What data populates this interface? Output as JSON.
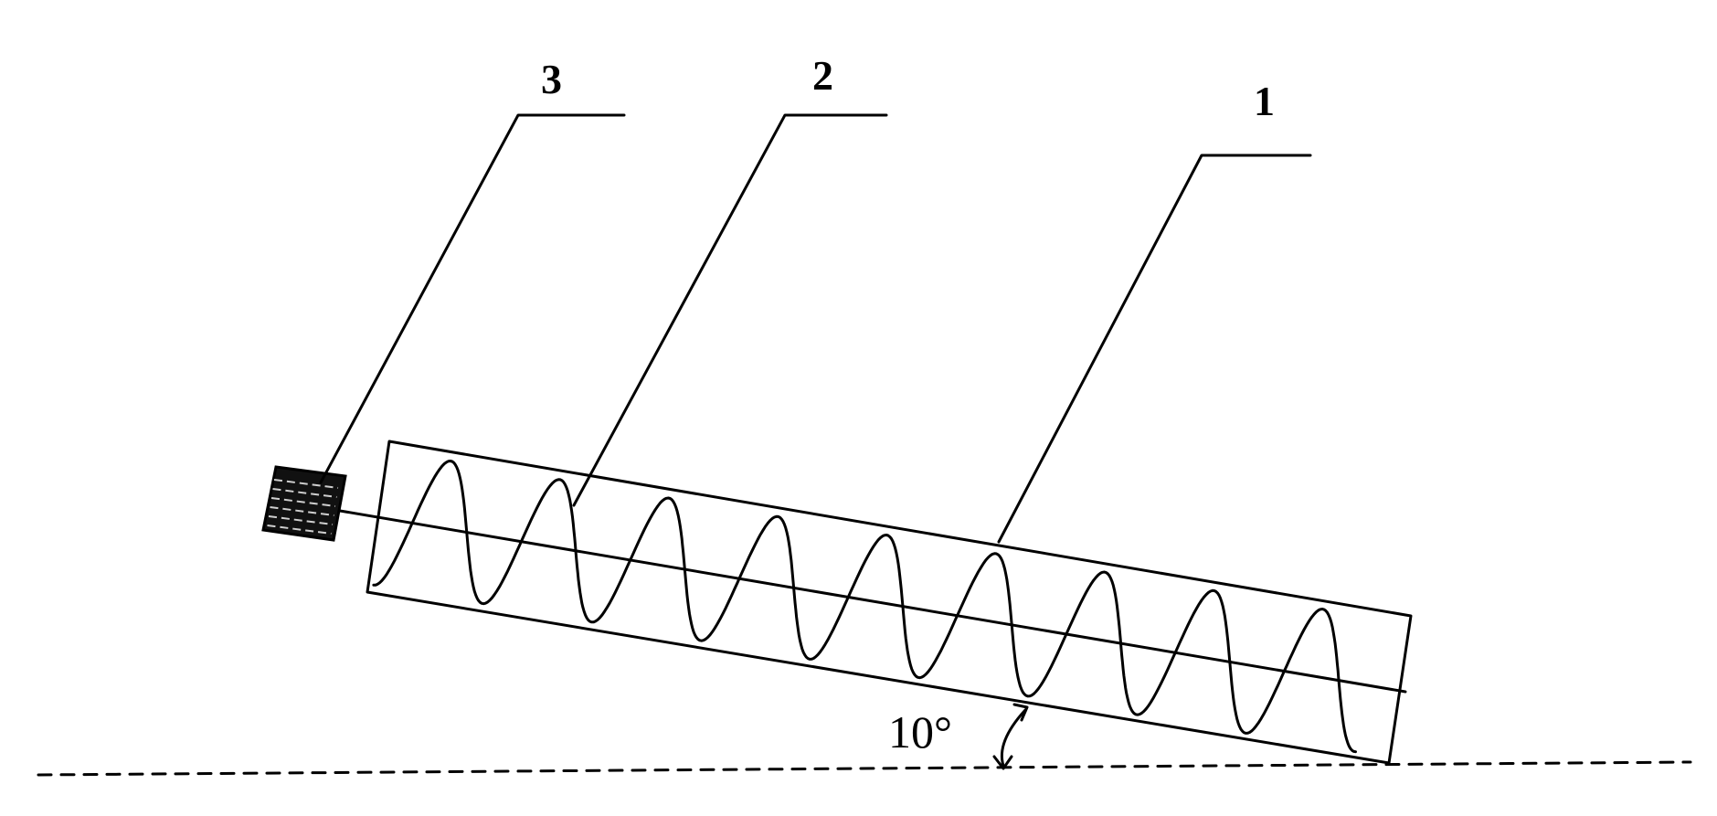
{
  "diagram": {
    "callouts": [
      {
        "id": "1",
        "text": "1"
      },
      {
        "id": "2",
        "text": "2"
      },
      {
        "id": "3",
        "text": "3"
      }
    ],
    "angle": {
      "text": "10°",
      "degrees": 10
    },
    "colors": {
      "ink": "#000000",
      "background": "#ffffff"
    }
  }
}
